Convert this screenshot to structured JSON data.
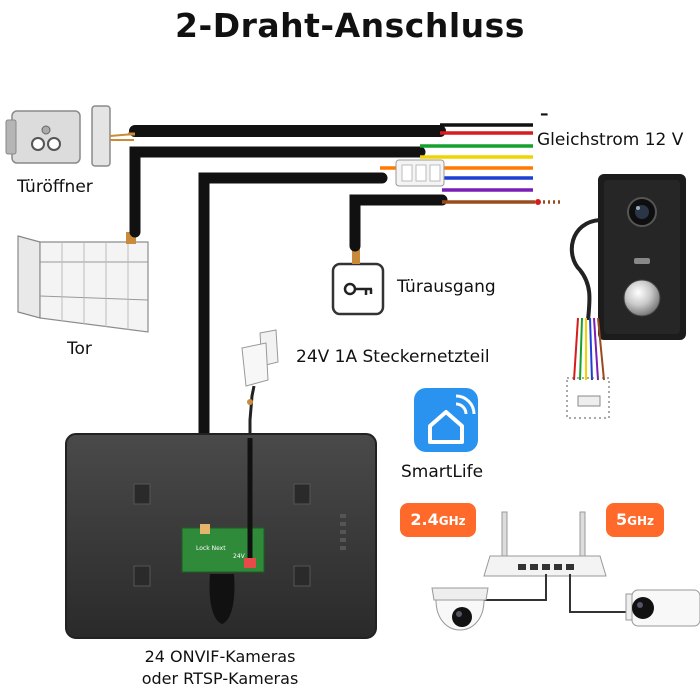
{
  "title": "2-Draht-Anschluss",
  "labels": {
    "door_opener": "Türöffner",
    "gate": "Tor",
    "dc_power": "Gleichstrom 12 V",
    "minus_sign": "–",
    "exit_button": "Türausgang",
    "power_adapter": "24V 1A Steckernetzteil",
    "smartlife": "SmartLife",
    "cameras_line1": "24 ONVIF-Kameras",
    "cameras_line2": "oder RTSP-Kameras"
  },
  "wifi_bands": [
    {
      "value": "2.4",
      "unit": "GHz"
    },
    {
      "value": "5",
      "unit": "GHz"
    }
  ],
  "board_text": {
    "lock_next": "Lock Next",
    "volt": "24V"
  },
  "colors": {
    "cable": "#111111",
    "badge_orange": "#ff6a2b",
    "smartlife_blue": "#2a93f0",
    "monitor": "#3a3a3a",
    "doorbell_body": "#1c1c1c",
    "pcb_green": "#2f8a3a",
    "wire_colors": [
      "#111111",
      "#d91b1b",
      "#16a02c",
      "#f2d300",
      "#1e3fd6",
      "#7a1fb5",
      "#9a4b1c"
    ]
  },
  "icons": [
    "electric-lock-icon",
    "gate-icon",
    "exit-key-icon",
    "plug-adapter-icon",
    "smartlife-home-icon",
    "router-icon",
    "dome-camera-icon",
    "bullet-camera-icon",
    "doorbell-camera-icon",
    "monitor-icon"
  ]
}
